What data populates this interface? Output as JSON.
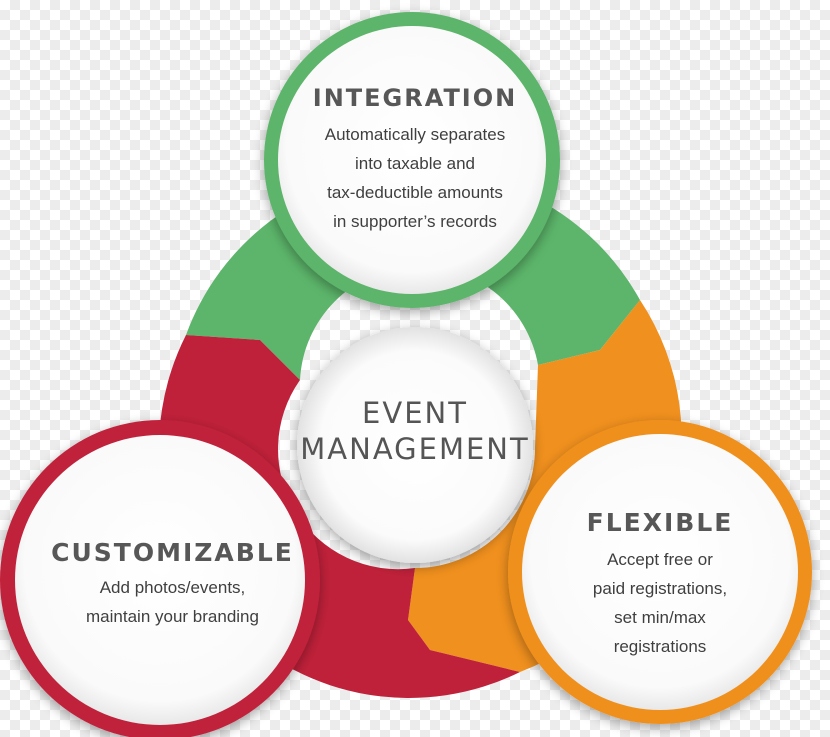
{
  "center": {
    "line1": "EVENT",
    "line2": "MANAGEMENT"
  },
  "nodes": {
    "integration": {
      "title": "INTEGRATION",
      "lines": [
        "Automatically separates",
        "into taxable and",
        "tax-deductible amounts",
        "in supporter’s records"
      ],
      "color": "#5cb56a"
    },
    "customizable": {
      "title": "CUSTOMIZABLE",
      "lines": [
        "Add photos/events,",
        "maintain your branding"
      ],
      "color": "#c0213a"
    },
    "flexible": {
      "title": "FLEXIBLE",
      "lines": [
        "Accept free or",
        "paid registrations,",
        "set min/max",
        "registrations"
      ],
      "color": "#f0901e"
    }
  },
  "colors": {
    "ring_green": "#5cb56a",
    "ring_red": "#c0213a",
    "ring_orange": "#f0901e"
  }
}
